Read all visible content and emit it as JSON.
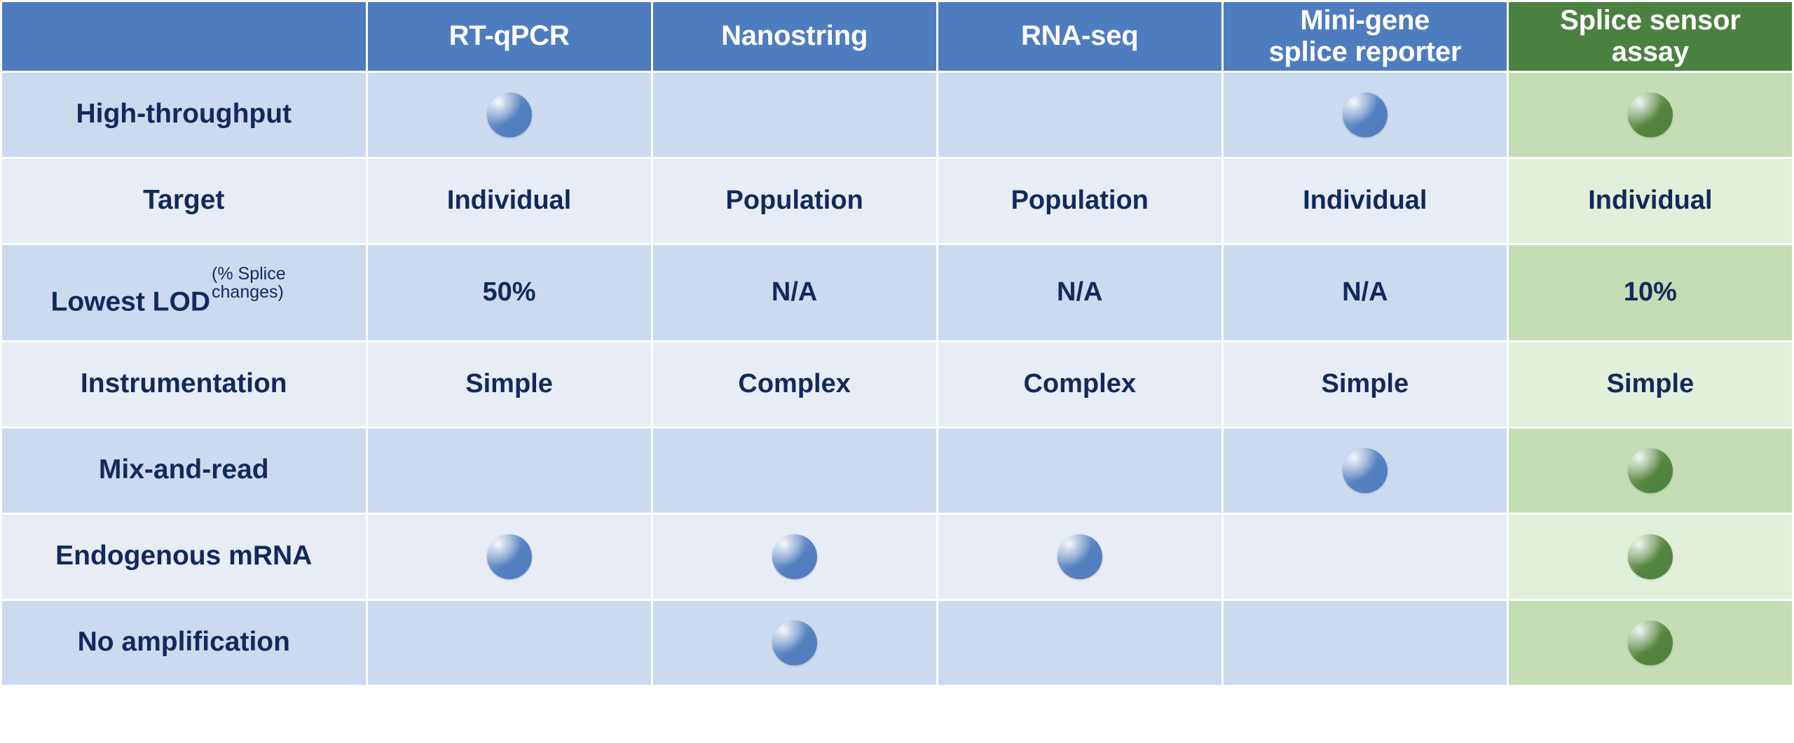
{
  "table": {
    "columns": [
      {
        "key": "rowlabel",
        "label": "",
        "accent": false
      },
      {
        "key": "rtqpcr",
        "label": "RT-qPCR",
        "accent": false
      },
      {
        "key": "nanostring",
        "label": "Nanostring",
        "accent": false
      },
      {
        "key": "rnaseq",
        "label": "RNA-seq",
        "accent": false
      },
      {
        "key": "minigene",
        "label": "Mini-gene\nsplice reporter",
        "line1": "Mini-gene",
        "line2": "splice reporter",
        "accent": false
      },
      {
        "key": "splicesensor",
        "label": "Splice sensor\nassay",
        "line1": "Splice sensor",
        "line2": "assay",
        "accent": true
      }
    ],
    "rows": [
      {
        "label": "High-throughput",
        "label_sup": "",
        "band": "a",
        "cells": [
          {
            "type": "dot",
            "value": ""
          },
          {
            "type": "empty",
            "value": ""
          },
          {
            "type": "empty",
            "value": ""
          },
          {
            "type": "dot",
            "value": ""
          },
          {
            "type": "dot",
            "value": ""
          }
        ]
      },
      {
        "label": "Target",
        "label_sup": "",
        "band": "b",
        "cells": [
          {
            "type": "text",
            "value": "Individual"
          },
          {
            "type": "text",
            "value": "Population"
          },
          {
            "type": "text",
            "value": "Population"
          },
          {
            "type": "text",
            "value": "Individual"
          },
          {
            "type": "text",
            "value": "Individual"
          }
        ]
      },
      {
        "label": "Lowest LOD",
        "label_sup": "(% Splice changes)",
        "band": "a",
        "cells": [
          {
            "type": "text",
            "value": "50%"
          },
          {
            "type": "text",
            "value": "N/A"
          },
          {
            "type": "text",
            "value": "N/A"
          },
          {
            "type": "text",
            "value": "N/A"
          },
          {
            "type": "text",
            "value": "10%"
          }
        ]
      },
      {
        "label": "Instrumentation",
        "label_sup": "",
        "band": "b",
        "cells": [
          {
            "type": "text",
            "value": "Simple"
          },
          {
            "type": "text",
            "value": "Complex"
          },
          {
            "type": "text",
            "value": "Complex"
          },
          {
            "type": "text",
            "value": "Simple"
          },
          {
            "type": "text",
            "value": "Simple"
          }
        ]
      },
      {
        "label": "Mix-and-read",
        "label_sup": "",
        "band": "a",
        "cells": [
          {
            "type": "empty",
            "value": ""
          },
          {
            "type": "empty",
            "value": ""
          },
          {
            "type": "empty",
            "value": ""
          },
          {
            "type": "dot",
            "value": ""
          },
          {
            "type": "dot",
            "value": ""
          }
        ]
      },
      {
        "label": "Endogenous mRNA",
        "label_sup": "",
        "band": "b",
        "cells": [
          {
            "type": "dot",
            "value": ""
          },
          {
            "type": "dot",
            "value": ""
          },
          {
            "type": "dot",
            "value": ""
          },
          {
            "type": "empty",
            "value": ""
          },
          {
            "type": "dot",
            "value": ""
          }
        ]
      },
      {
        "label": "No amplification",
        "label_sup": "",
        "band": "a",
        "cells": [
          {
            "type": "empty",
            "value": ""
          },
          {
            "type": "dot",
            "value": ""
          },
          {
            "type": "empty",
            "value": ""
          },
          {
            "type": "empty",
            "value": ""
          },
          {
            "type": "dot",
            "value": ""
          }
        ]
      }
    ]
  },
  "colors": {
    "header_blue": "#4f7cbf",
    "header_green": "#4a8040",
    "band_blue": "#cbdaef",
    "band_light": "#e7ecf5",
    "band_green": "#c4ddb4",
    "band_green_light": "#e2efda",
    "text_navy": "#112a5c",
    "text_white": "#ffffff"
  },
  "icons": {
    "filled_marker": "filled-circle-marker"
  }
}
